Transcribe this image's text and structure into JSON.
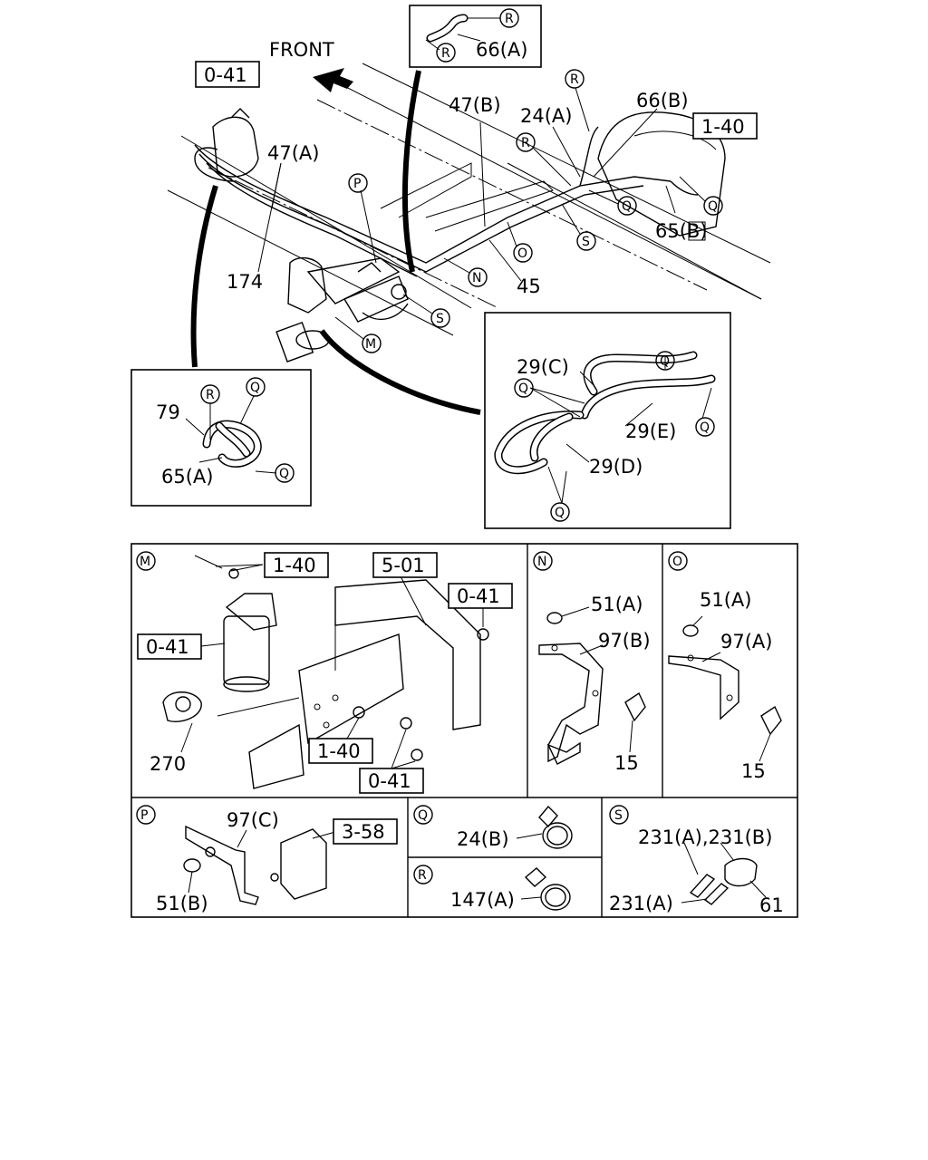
{
  "labels": {
    "front": "FRONT",
    "ref_0_41": "0-41",
    "ref_1_40": "1-40",
    "ref_5_01": "5-01",
    "ref_3_58": "3-58",
    "p66a": "66(A)",
    "p66b": "66(B)",
    "p47a": "47(A)",
    "p47b": "47(B)",
    "p24a": "24(A)",
    "p24b": "24(B)",
    "p174": "174",
    "p45": "45",
    "p65a": "65(A)",
    "p65b": "65(B)",
    "p79": "79",
    "p29c": "29(C)",
    "p29d": "29(D)",
    "p29e": "29(E)",
    "p51a": "51(A)",
    "p51b": "51(B)",
    "p97a": "97(A)",
    "p97b": "97(B)",
    "p97c": "97(C)",
    "p15": "15",
    "p270": "270",
    "p147a": "147(A)",
    "p231a": "231(A)",
    "p231ab": "231(A),231(B)",
    "p61": "61"
  },
  "markers": {
    "M": "M",
    "N": "N",
    "O": "O",
    "P": "P",
    "Q": "Q",
    "R": "R",
    "S": "S"
  }
}
